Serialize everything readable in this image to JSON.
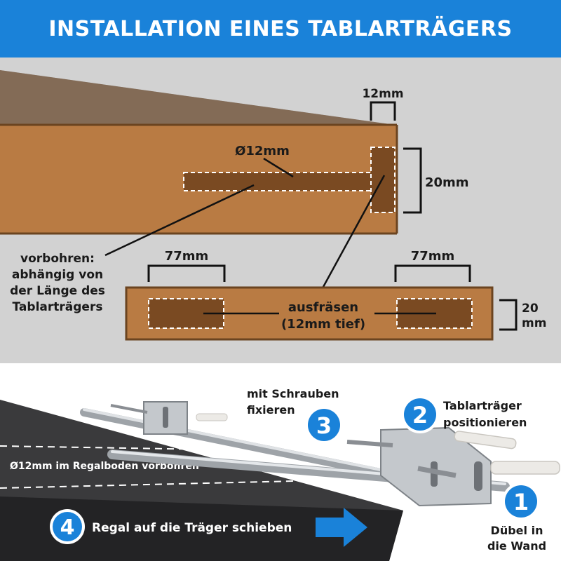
{
  "header": {
    "title": "INSTALLATION EINES TABLARTRÄGERS"
  },
  "top": {
    "dim_width_small": "12mm",
    "dim_diameter": "Ø12mm",
    "dim_height_right": "20mm",
    "predrill_lines": [
      "vorbohren:",
      "abhängig von",
      "der Länge des",
      "Tablarträgers"
    ],
    "dim_left_recess": "77mm",
    "dim_right_recess": "77mm",
    "mill_lines": [
      "ausfräsen",
      "(12mm tief)"
    ],
    "dim_board_height": [
      "20",
      "mm"
    ]
  },
  "steps": [
    {
      "number": "1",
      "lines": [
        "Dübel in",
        "die Wand"
      ]
    },
    {
      "number": "2",
      "lines": [
        "Tablarträger",
        "positionieren"
      ]
    },
    {
      "number": "3",
      "lines": [
        "mit Schrauben",
        "fixieren"
      ]
    },
    {
      "number": "4",
      "lines": [
        "Regal auf die Träger schieben"
      ]
    }
  ],
  "shelf_note": "Ø12mm im Regalboden vorbohren",
  "colors": {
    "header_blue": "#1a82d9",
    "wood": "#b97b43",
    "wood_dark": "#7a4a22",
    "panel_grey": "#d2d2d2",
    "shelf_black": "#2b2b2d",
    "steel": "#b8bcc0",
    "step_badge": "#1a82d9"
  }
}
